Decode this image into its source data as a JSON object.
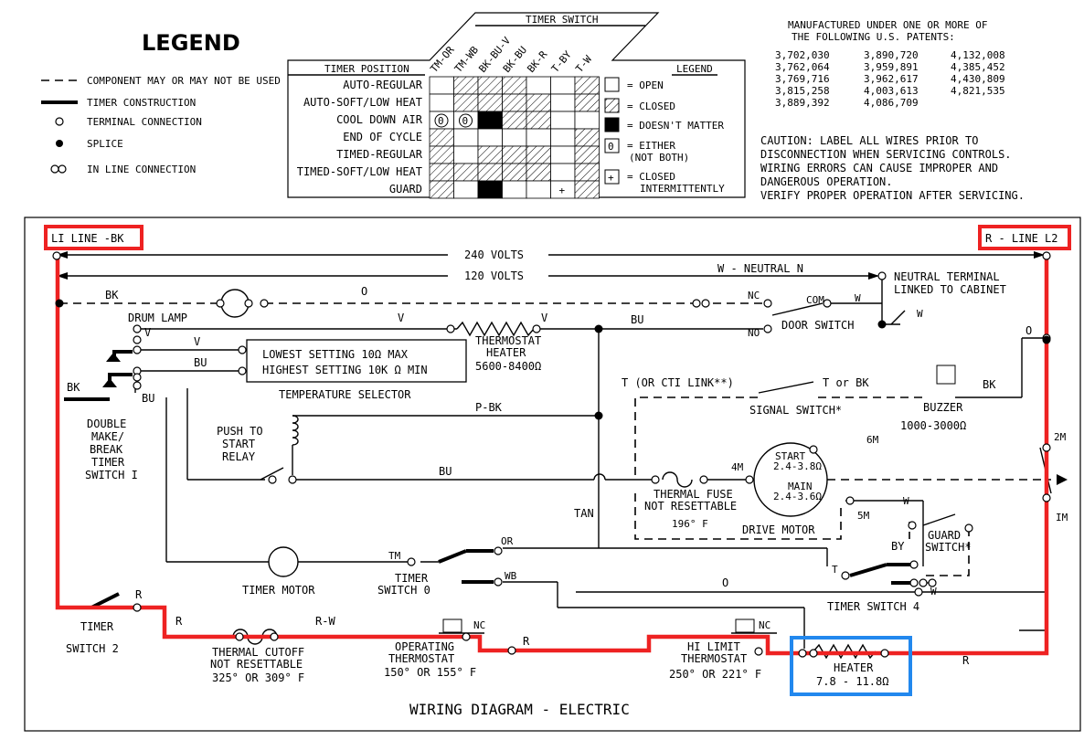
{
  "legend": {
    "title": "LEGEND",
    "items": [
      "COMPONENT MAY OR MAY NOT BE USED",
      "TIMER CONSTRUCTION",
      "TERMINAL CONNECTION",
      "SPLICE",
      "IN LINE CONNECTION"
    ]
  },
  "timer_chart": {
    "title": "TIMER SWITCH",
    "position_header": "TIMER POSITION",
    "columns": [
      "TM-OR",
      "TM-WB",
      "BK-BU-V",
      "BK-BU",
      "BK-R",
      "T-BY",
      "T-W"
    ],
    "rows": [
      "AUTO-REGULAR",
      "AUTO-SOFT/LOW HEAT",
      "COOL DOWN    AIR",
      "END OF CYCLE",
      "TIMED-REGULAR",
      "TIMED-SOFT/LOW HEAT",
      "GUARD"
    ],
    "legend_title": "LEGEND",
    "legend_items": [
      "= OPEN",
      "= CLOSED",
      "= DOESN'T MATTER",
      "= EITHER",
      "(NOT BOTH)",
      "= CLOSED",
      "INTERMITTENTLY"
    ]
  },
  "patents": {
    "line1": "MANUFACTURED UNDER ONE OR MORE OF",
    "line2": "THE FOLLOWING U.S. PATENTS:",
    "col1": [
      "3,702,030",
      "3,762,064",
      "3,769,716",
      "3,815,258",
      "3,889,392"
    ],
    "col2": [
      "3,890,720",
      "3,959,891",
      "3,962,617",
      "4,003,613",
      "4,086,709"
    ],
    "col3": [
      "4,132,008",
      "4,385,452",
      "4,430,809",
      "4,821,535"
    ]
  },
  "caution": [
    "CAUTION: LABEL ALL WIRES PRIOR TO",
    "DISCONNECTION WHEN SERVICING CONTROLS.",
    "WIRING ERRORS CAN CAUSE IMPROPER AND",
    "DANGEROUS OPERATION.",
    "VERIFY PROPER OPERATION AFTER SERVICING."
  ],
  "diagram": {
    "line_l1": "LI LINE -BK",
    "line_l2": "R - LINE L2",
    "v240": "240 VOLTS",
    "v120": "120 VOLTS",
    "neutral": "W - NEUTRAL N",
    "neutral_terminal_1": "NEUTRAL TERMINAL",
    "neutral_terminal_2": "LINKED TO CABINET",
    "drum_lamp": "DRUM LAMP",
    "door_switch": "DOOR SWITCH",
    "thermostat_heater_1": "THERMOSTAT",
    "thermostat_heater_2": "HEATER",
    "thermostat_heater_3": "5600-8400Ω",
    "lowest_setting": "LOWEST SETTING   10Ω MAX",
    "highest_setting": "HIGHEST SETTING  10K Ω MIN",
    "temp_selector": "TEMPERATURE SELECTOR",
    "double_make": [
      "DOUBLE",
      "MAKE/",
      "BREAK",
      "TIMER",
      "SWITCH I"
    ],
    "push_to_start": [
      "PUSH TO",
      "START",
      "RELAY"
    ],
    "signal_switch": "SIGNAL SWITCH*",
    "t_cti": "T (OR CTI LINK**)",
    "t_or_bk": "T or BK",
    "buzzer": "BUZZER",
    "buzzer_val": "1000-3000Ω",
    "start_lbl": "START",
    "start_val": "2.4-3.8Ω",
    "main_lbl": "MAIN",
    "main_val": "2.4-3.6Ω",
    "thermal_fuse_1": "THERMAL FUSE",
    "thermal_fuse_2": "NOT RESETTABLE",
    "thermal_fuse_3": "196° F",
    "drive_motor": "DRIVE MOTOR",
    "timer_motor": "TIMER MOTOR",
    "timer_switch_0": [
      "TIMER",
      "SWITCH 0"
    ],
    "guard_switch": [
      "GUARD",
      "SWITCH*"
    ],
    "timer_switch_4": "TIMER SWITCH 4",
    "timer_switch_2": [
      "TIMER",
      "SWITCH 2"
    ],
    "thermal_cutoff": [
      "THERMAL CUTOFF",
      "NOT RESETTABLE",
      "325° OR 309° F"
    ],
    "operating_thermostat": [
      "OPERATING",
      "THERMOSTAT",
      "150° OR 155° F"
    ],
    "hi_limit": [
      "HI LIMIT",
      "THERMOSTAT",
      "250° OR 221° F"
    ],
    "heater": "HEATER",
    "heater_val": "7.8 - 11.8Ω",
    "footer": "WIRING DIAGRAM - ELECTRIC",
    "wire_labels": {
      "bk1": "BK",
      "o1": "O",
      "v1": "V",
      "v2": "V",
      "v3": "V",
      "bu1": "BU",
      "bu2": "BU",
      "bu3": "BU",
      "bu4": "BU",
      "bk2": "BK",
      "pbk": "P-BK",
      "nc1": "NC",
      "no1": "NO",
      "com": "COM",
      "w1": "W",
      "w2": "W",
      "w3": "W",
      "w4": "W",
      "r1": "R",
      "r2": "R",
      "r3": "R",
      "rw": "R-W",
      "nc2": "NC",
      "nc3": "NC",
      "tan": "TAN",
      "tm": "TM",
      "or": "OR",
      "wb": "WB",
      "o2": "O",
      "o3": "O",
      "by": "BY",
      "t": "T",
      "m4": "4M",
      "m5": "5M",
      "m6": "6M",
      "m2": "2M",
      "m1": "IM",
      "bk3": "BK"
    }
  }
}
